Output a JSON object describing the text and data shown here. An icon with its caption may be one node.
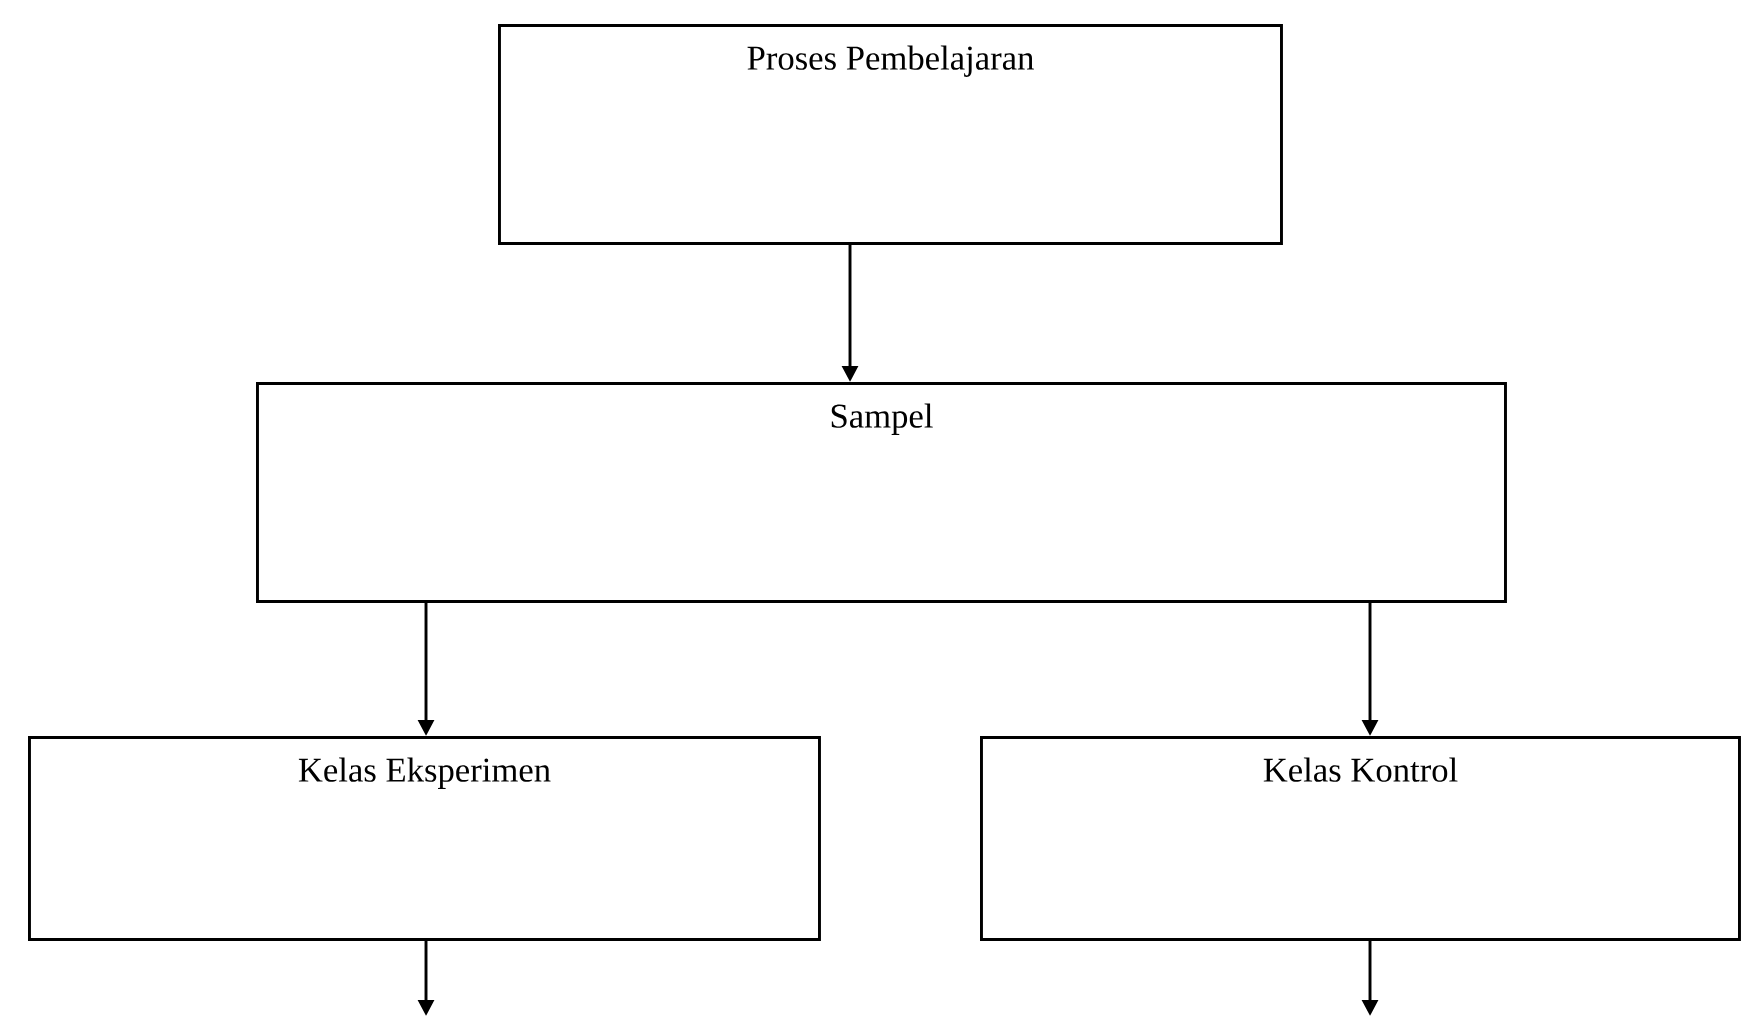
{
  "diagram": {
    "nodes": [
      {
        "text": [
          "Proses Pembelajaran"
        ]
      },
      {
        "text": [
          "Sampel"
        ]
      },
      {
        "text": [
          "Kelas Eksperimen"
        ]
      },
      {
        "text": [
          "Kelas Kontrol"
        ]
      }
    ],
    "edges": [
      {
        "from": 0,
        "to": 1,
        "arrow": "to"
      },
      {
        "from": 1,
        "to": 2,
        "arrow": "to"
      },
      {
        "from": 1,
        "to": 3,
        "arrow": "to"
      },
      {
        "from": 2,
        "to": null,
        "arrow": "to"
      },
      {
        "from": 3,
        "to": null,
        "arrow": "to"
      }
    ]
  }
}
